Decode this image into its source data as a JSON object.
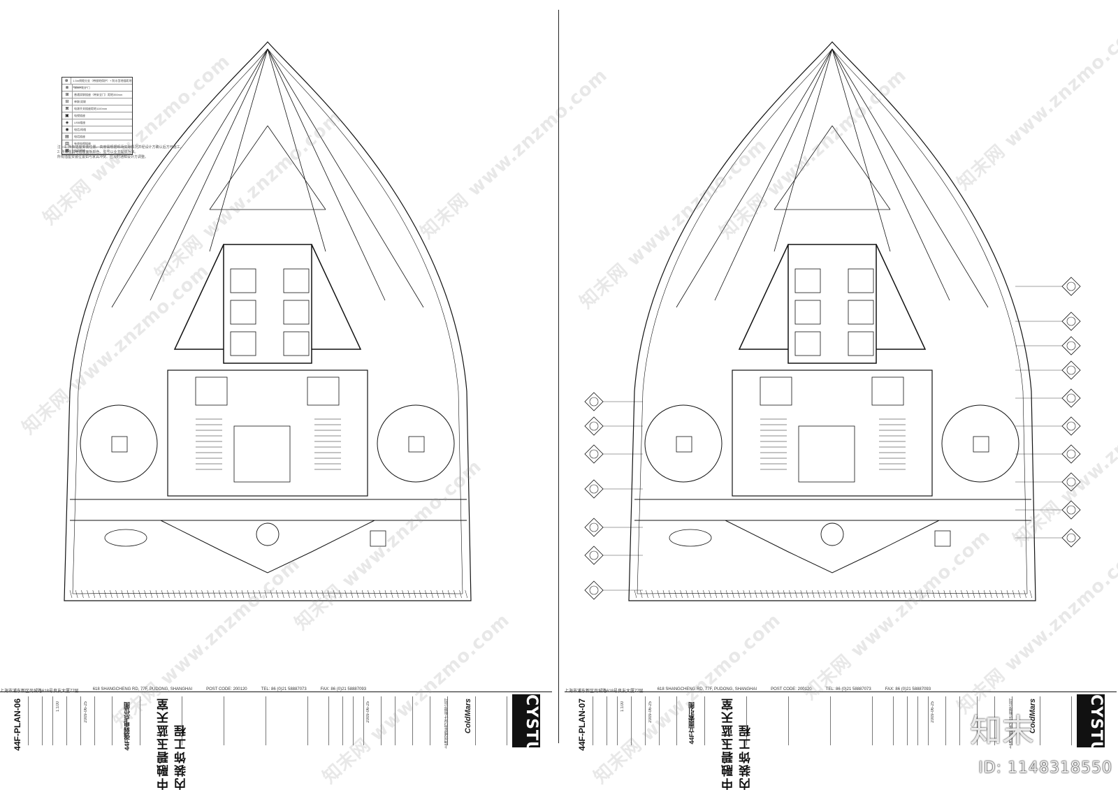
{
  "watermark": "www.znzmo.com",
  "watermark_cn": "知末网",
  "legend": {
    "title": "图例",
    "rows": [
      "1.5m线缆分支（带接地保护）+ 防水型地插距地350mm",
      "100人防护门",
      "普通双联插座（带安全门）距地350mm",
      "单联/双联",
      "电源开关插座距地1100mm",
      "电视插座",
      "USB插座",
      "电话/网络",
      "电话插座",
      "有线电视插座",
      "全兵地插"
    ],
    "notes": [
      "注：1. 所有插座安装位置、高度需根据现场实际情况并经设计方确认后方可施工。",
      "2. 所有强弱电插座面板颜色、型号以业主提供为准。",
      "所有插座安装位置如与家具冲突、应及时通知设计方调整。"
    ]
  },
  "sheets": [
    {
      "address_cn": "上海市浦东新区尚城路618号良友大厦77层",
      "address_en": "618 SHANGCHENG RD, 77F, PUDONG, SHANGHAI",
      "post": "POST CODE: 200120",
      "tel": "TEL: 86 (0)21 58887073",
      "fax": "FAX: 86 (0)21 58887093",
      "drawing_no": "44F-PLAN-06",
      "drawing_title": "44F强弱电点位图",
      "project_name": "中融碧玉蓝天室内装饰工程",
      "scale": "1:100",
      "date": "2009-06-25",
      "studio": "CYSTUDIO",
      "logo": "ColdMars",
      "company_cn": "上海创域室内设计有限公司"
    },
    {
      "address_cn": "上海市浦东新区尚城路618号良友大厦77层",
      "address_en": "618 SHANGCHENG RD, 77F, PUDONG, SHANGHAI",
      "post": "POST CODE: 200120",
      "tel": "TEL: 86 (0)21 58887073",
      "fax": "FAX: 86 (0)21 58887093",
      "drawing_no": "44F-PLAN-07",
      "drawing_title": "44F立面索引图",
      "project_name": "中融碧玉蓝天室内装饰工程",
      "scale": "1:100",
      "date": "2009-06-25",
      "studio": "CYSTUDIO",
      "logo": "ColdMars",
      "company_cn": "上海创域室内设计有限公司"
    }
  ],
  "brand_mark": {
    "logo": "知末",
    "id": "ID: 1148318550"
  }
}
